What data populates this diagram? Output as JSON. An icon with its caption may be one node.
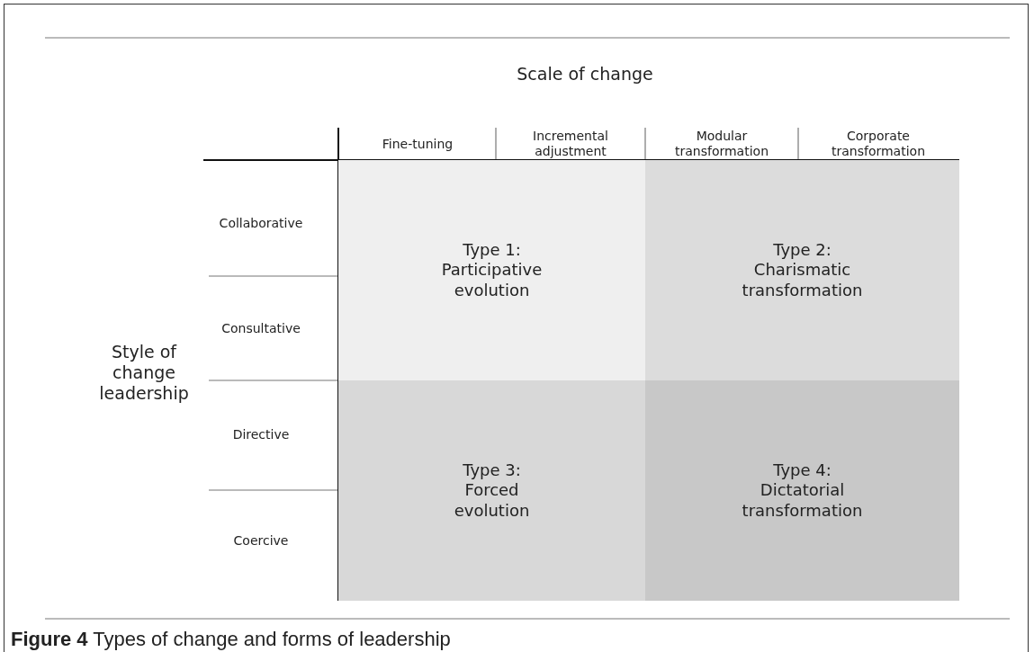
{
  "diagram": {
    "caption": "**Figure 4** Types of change and forms of leadership",
    "nodes": [
      {
        "text": [
          "Type 1: Participative evolution"
        ]
      },
      {
        "text": [
          "Type 2: Charismatic transformation"
        ]
      },
      {
        "text": [
          "Type 3: Forced evolution"
        ]
      },
      {
        "text": [
          "Type 4: Dictatorial transformation"
        ]
      }
    ],
    "edges": [],
    "labels": [
      "Scale of change",
      "Fine-tuning",
      "Incremental adjustment",
      "Modular transformation",
      "Corporate transformation",
      "Collaborative",
      "Consultative",
      "Style of change leadership",
      "Directive",
      "Coercive"
    ]
  }
}
